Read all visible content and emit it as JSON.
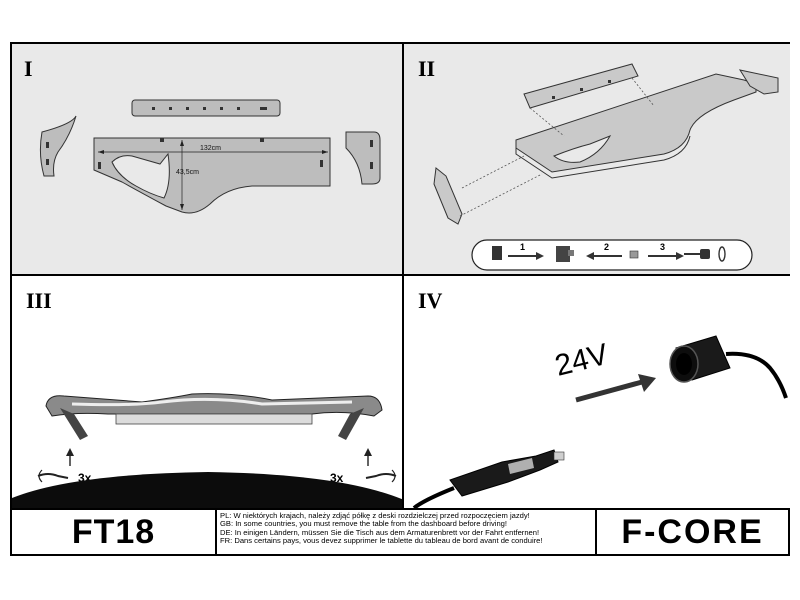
{
  "panels": {
    "p1": {
      "numeral": "I",
      "width_label": "132cm",
      "height_label": "43,5cm"
    },
    "p2": {
      "numeral": "II",
      "steps": [
        "1",
        "2",
        "3"
      ]
    },
    "p3": {
      "numeral": "III",
      "left_count": "3x",
      "right_count": "3x"
    },
    "p4": {
      "numeral": "IV",
      "voltage": "24V"
    }
  },
  "footer": {
    "model": "FT18",
    "notes": [
      "PL: W niektórych krajach, należy zdjąć półkę z deski rozdzielczej przed rozpoczęciem jazdy!",
      "GB: In some countries, you must remove the table from the dashboard before driving!",
      "DE: In einigen Ländern, müssen Sie die Tisch aus dem Armaturenbrett vor der Fahrt entfernen!",
      "FR: Dans certains pays, vous devez supprimer le tablette du tableau de bord avant de conduire!"
    ],
    "brand": "F-CORE"
  },
  "colors": {
    "panel_bg": "#e9e9e9",
    "part_fill": "#bdbdbd",
    "line": "#000000"
  }
}
